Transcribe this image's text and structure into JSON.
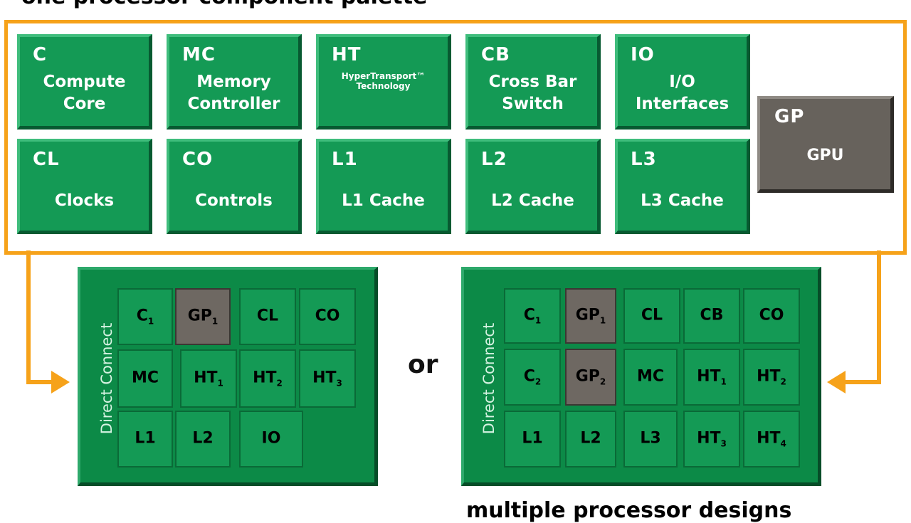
{
  "titles": {
    "top": "one processor component palette",
    "bottom": "multiple processor designs"
  },
  "palette": [
    {
      "code": "C",
      "name": "Compute\nCore"
    },
    {
      "code": "MC",
      "name": "Memory\nController"
    },
    {
      "code": "HT",
      "name": "HyperTransport™\nTechnology"
    },
    {
      "code": "CB",
      "name": "Cross Bar\nSwitch"
    },
    {
      "code": "IO",
      "name": "I/O\nInterfaces"
    },
    {
      "code": "CL",
      "name": "Clocks"
    },
    {
      "code": "CO",
      "name": "Controls"
    },
    {
      "code": "L1",
      "name": "L1 Cache"
    },
    {
      "code": "L2",
      "name": "L2 Cache"
    },
    {
      "code": "L3",
      "name": "L3 Cache"
    },
    {
      "code": "GP",
      "name": "GPU"
    }
  ],
  "connector_word": "or",
  "design_left": {
    "label": "Direct Connect",
    "cells": [
      {
        "base": "C",
        "sub": "1"
      },
      {
        "base": "GP",
        "sub": "1"
      },
      {
        "base": "CL",
        "sub": ""
      },
      {
        "base": "CO",
        "sub": ""
      },
      {
        "base": "MC",
        "sub": ""
      },
      {
        "base": "HT",
        "sub": "1"
      },
      {
        "base": "HT",
        "sub": "2"
      },
      {
        "base": "HT",
        "sub": "3"
      },
      {
        "base": "L1",
        "sub": ""
      },
      {
        "base": "L2",
        "sub": ""
      },
      {
        "base": "IO",
        "sub": ""
      }
    ]
  },
  "design_right": {
    "label": "Direct Connect",
    "cells": [
      {
        "base": "C",
        "sub": "1"
      },
      {
        "base": "GP",
        "sub": "1"
      },
      {
        "base": "CL",
        "sub": ""
      },
      {
        "base": "CB",
        "sub": ""
      },
      {
        "base": "CO",
        "sub": ""
      },
      {
        "base": "C",
        "sub": "2"
      },
      {
        "base": "GP",
        "sub": "2"
      },
      {
        "base": "MC",
        "sub": ""
      },
      {
        "base": "HT",
        "sub": "1"
      },
      {
        "base": "HT",
        "sub": "2"
      },
      {
        "base": "L1",
        "sub": ""
      },
      {
        "base": "L2",
        "sub": ""
      },
      {
        "base": "L3",
        "sub": ""
      },
      {
        "base": "HT",
        "sub": "3"
      },
      {
        "base": "HT",
        "sub": "4"
      }
    ]
  },
  "colors": {
    "accent_orange": "#f6a21a",
    "chip_green": "#149a55",
    "gpu_gray": "#67625c"
  }
}
